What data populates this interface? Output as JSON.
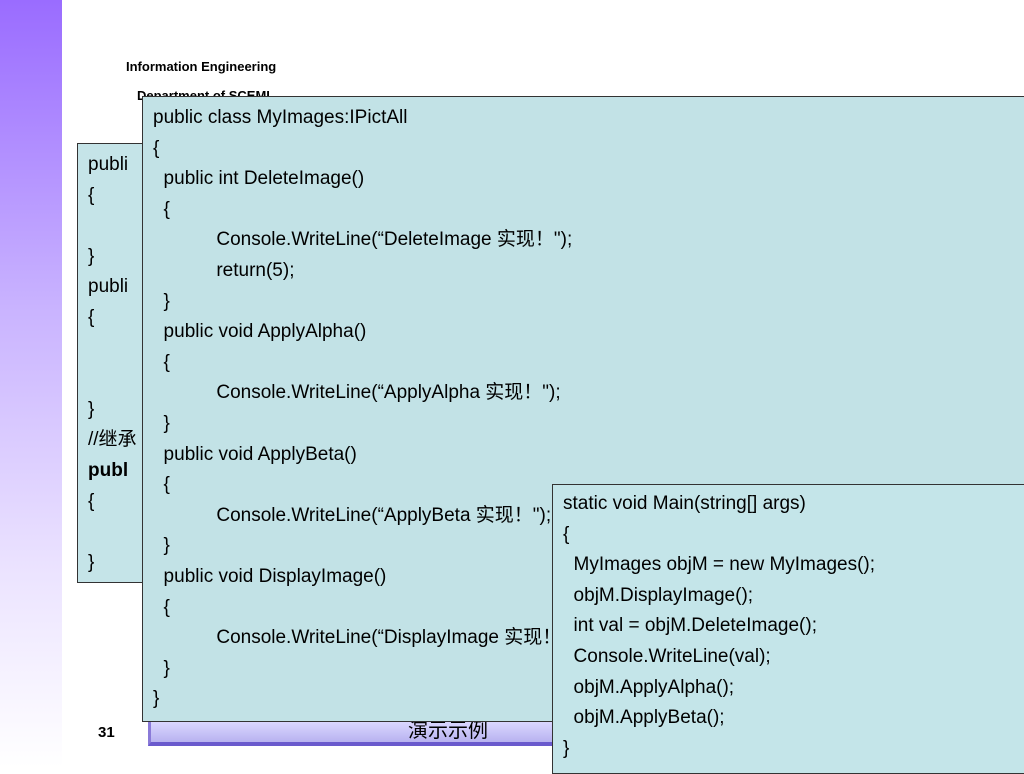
{
  "header": {
    "line1": "Information Engineering",
    "line2": "Department of SCEMI"
  },
  "back_box": {
    "lines": [
      "publi",
      "{",
      "",
      "}",
      "publi",
      "{",
      "",
      "",
      "}",
      "//继承",
      "publ",
      "{",
      "",
      "}"
    ]
  },
  "main_box": {
    "lines": [
      "public class MyImages:IPictAll",
      "{",
      "  public int DeleteImage()",
      "  {",
      "            Console.WriteLine(“DeleteImage 实现！\");",
      "            return(5);",
      "  }",
      "  public void ApplyAlpha()",
      "  {",
      "            Console.WriteLine(“ApplyAlpha 实现！\");",
      "  }",
      "  public void ApplyBeta()",
      "  {",
      "            Console.WriteLine(“ApplyBeta 实现！\");",
      "  }",
      "  public void DisplayImage()",
      "  {",
      "            Console.WriteLine(“DisplayImage 实现！\");",
      "  }",
      "}"
    ]
  },
  "front_box": {
    "lines": [
      "static void Main(string[] args)",
      "{",
      "  MyImages objM = new MyImages();",
      "  objM.DisplayImage();",
      "  int val = objM.DeleteImage();",
      "  Console.WriteLine(val);",
      "  objM.ApplyAlpha();",
      "  objM.ApplyBeta();",
      "}"
    ]
  },
  "footer": {
    "slide_number": "31",
    "partial_text": "演示示例"
  }
}
